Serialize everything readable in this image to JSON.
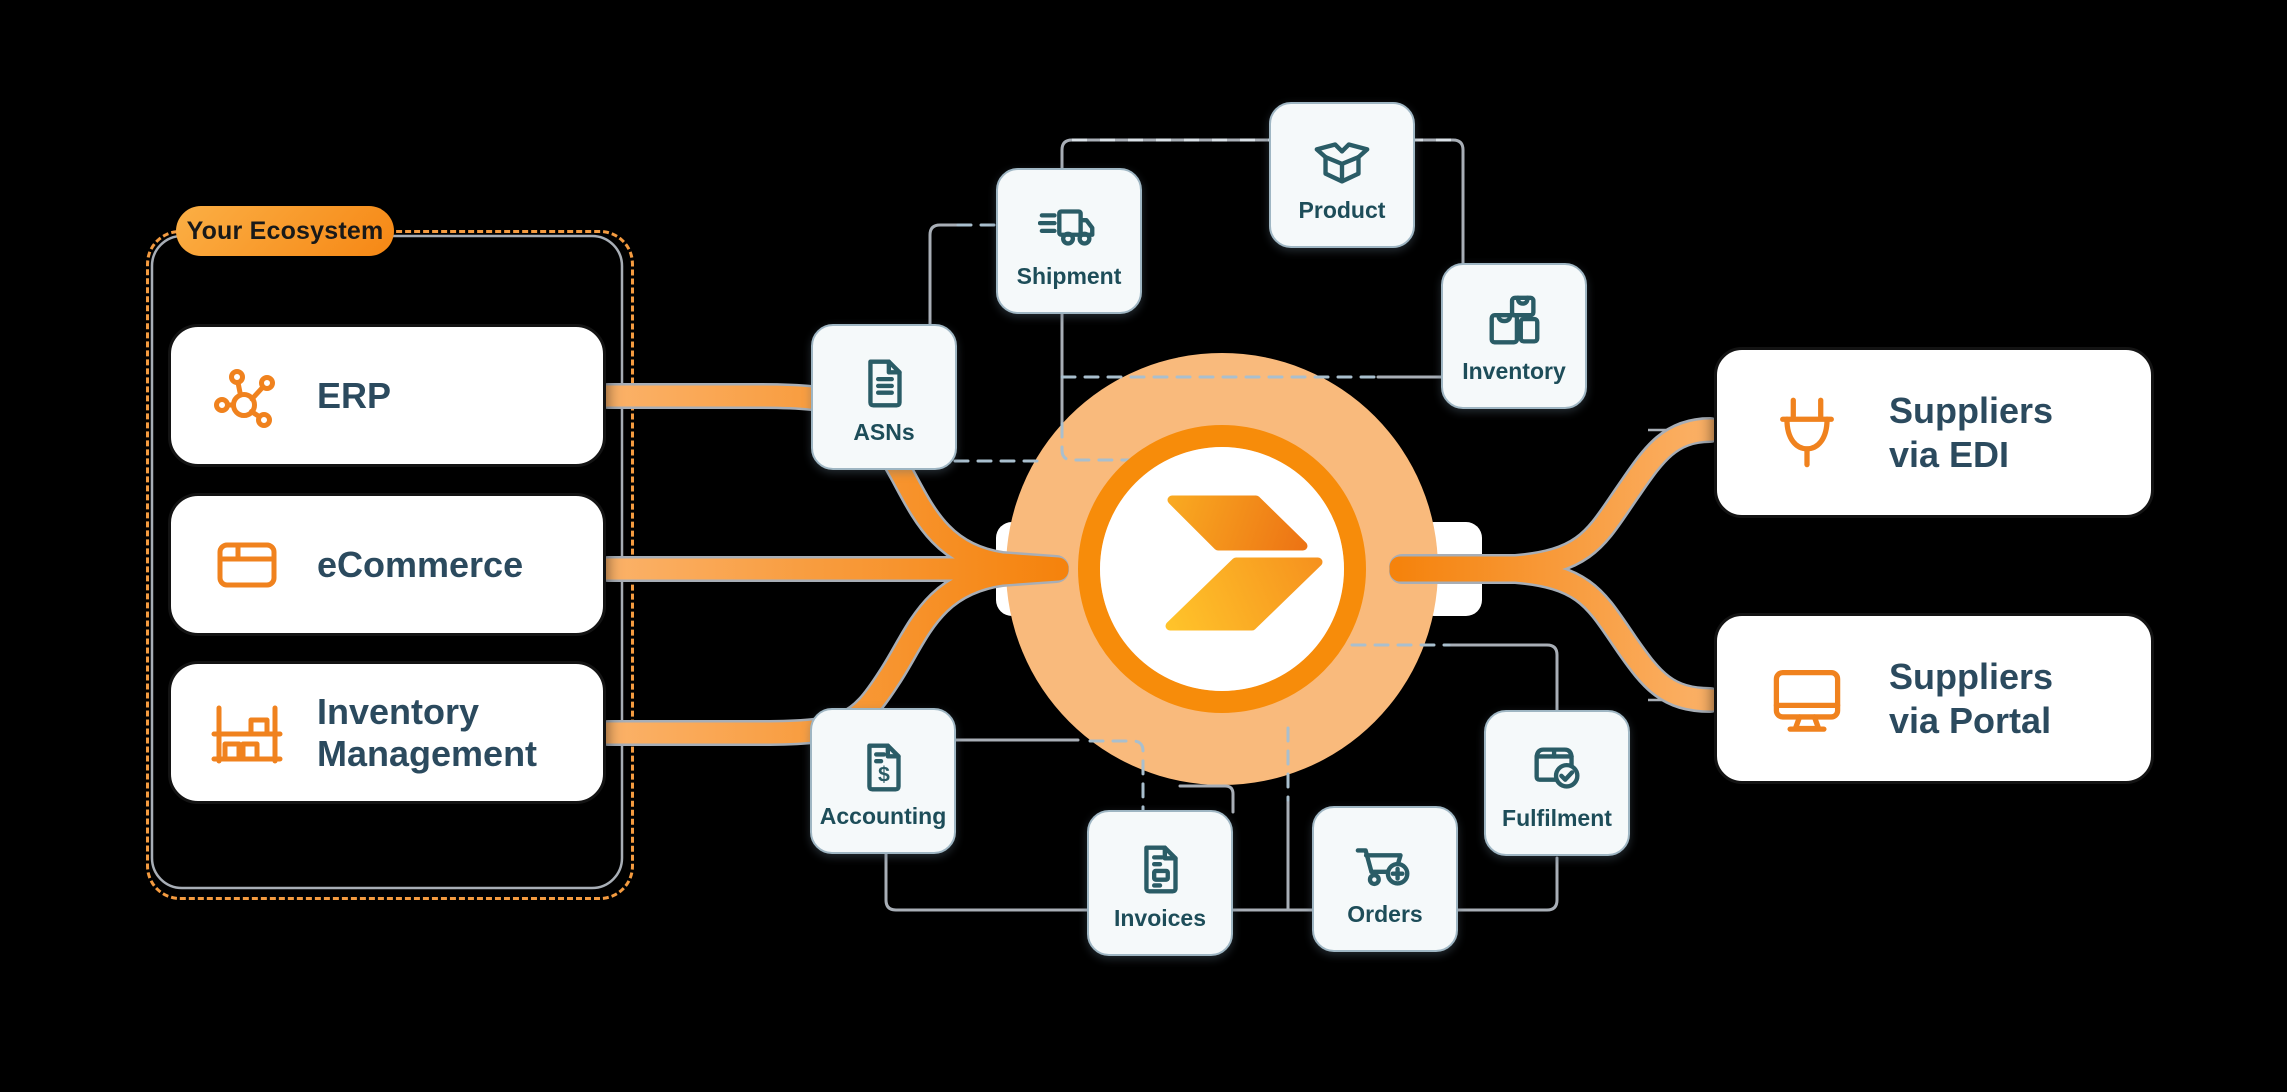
{
  "ecosystem": {
    "label": "Your Ecosystem",
    "systems": [
      {
        "label": "ERP",
        "icon": "network-icon"
      },
      {
        "label": "eCommerce",
        "icon": "browser-icon"
      },
      {
        "label": "Inventory Management",
        "icon": "shelf-rack-icon"
      }
    ]
  },
  "hub": {
    "logo": "chevron-arrow-logo"
  },
  "nodes": [
    {
      "label": "Shipment",
      "icon": "delivery-truck-icon"
    },
    {
      "label": "Product",
      "icon": "open-box-icon"
    },
    {
      "label": "Inventory",
      "icon": "parcels-icon"
    },
    {
      "label": "ASNs",
      "icon": "document-icon"
    },
    {
      "label": "Accounting",
      "icon": "dollar-document-icon"
    },
    {
      "label": "Invoices",
      "icon": "invoice-document-icon"
    },
    {
      "label": "Orders",
      "icon": "cart-plus-icon"
    },
    {
      "label": "Fulfilment",
      "icon": "box-check-icon"
    }
  ],
  "suppliers": [
    {
      "line1": "Suppliers",
      "line2": "via EDI",
      "icon": "plug-icon"
    },
    {
      "line1": "Suppliers",
      "line2": "via Portal",
      "icon": "monitor-icon"
    }
  ],
  "colors": {
    "background": "#000000",
    "flow_orange_dark": "#F5830D",
    "flow_orange_light": "#FBB269",
    "hub_peach": "#F9BA7C",
    "hub_ring": "#F78C0A",
    "wire_gray": "#A8AEB6",
    "wire_dashed": "#A9BFCE",
    "node_teal": "#2A5C66",
    "label_navy": "#2B4A5E",
    "node_label": "#1D4D59",
    "eco_dash_orange": "#F49B40",
    "icon_orange": "#F0821E"
  }
}
